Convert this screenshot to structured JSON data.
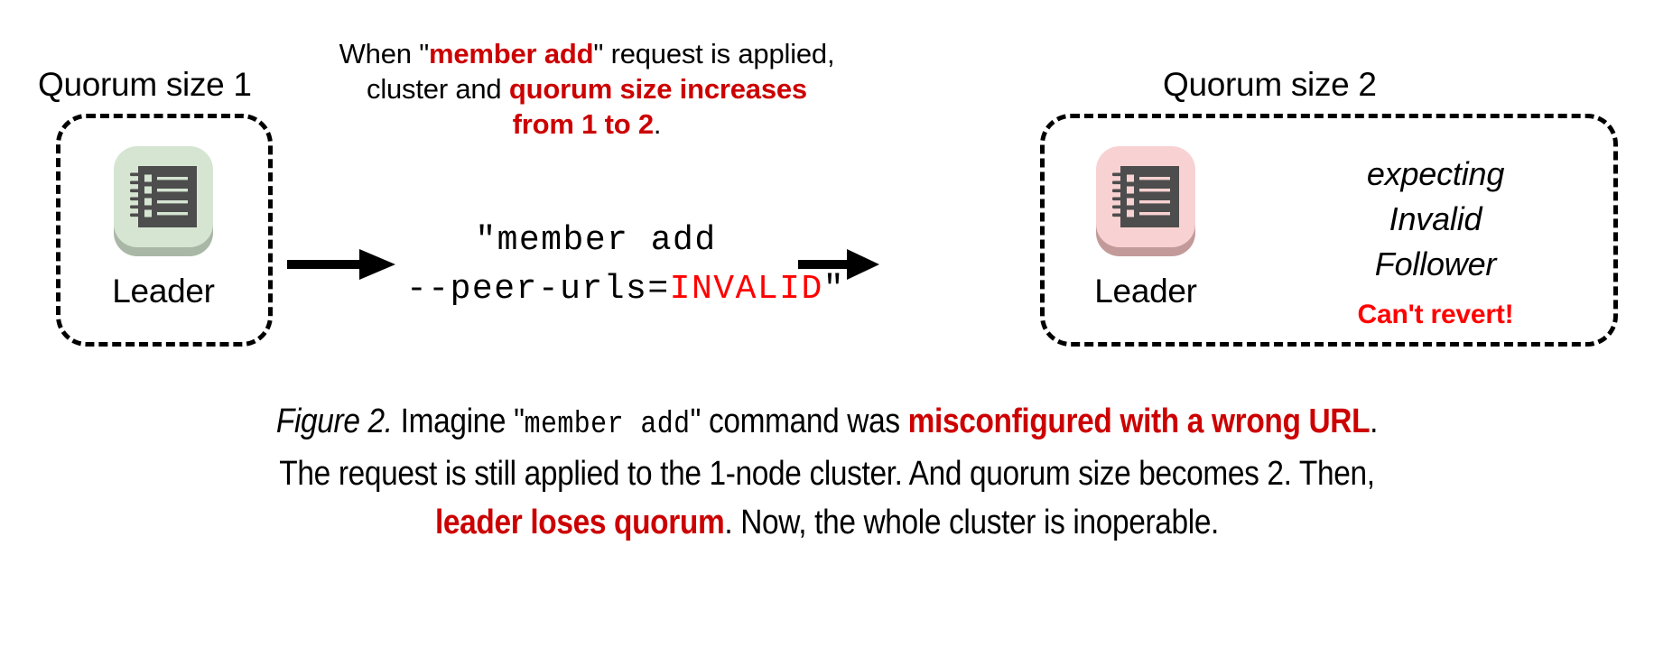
{
  "figure": {
    "label": "Figure 2.",
    "caption_lines": [
      {
        "segments": [
          {
            "text": "Figure 2.",
            "style": "italic"
          },
          {
            "text": " Imagine \"",
            "style": "normal"
          },
          {
            "text": "member add",
            "style": "mono"
          },
          {
            "text": "\" command was ",
            "style": "normal"
          },
          {
            "text": "misconfigured with a wrong URL",
            "style": "highlight"
          },
          {
            "text": ".",
            "style": "normal"
          }
        ]
      },
      {
        "segments": [
          {
            "text": "The request is still applied to the 1-node cluster. And quorum size becomes 2. Then,",
            "style": "normal"
          }
        ]
      },
      {
        "segments": [
          {
            "text": "leader loses quorum",
            "style": "highlight"
          },
          {
            "text": ". Now, the whole cluster is inoperable.",
            "style": "normal"
          }
        ]
      }
    ]
  },
  "top_note": {
    "lines": [
      {
        "segments": [
          {
            "text": "When \"",
            "style": "normal"
          },
          {
            "text": "member add",
            "style": "highlight"
          },
          {
            "text": "\" request is applied,",
            "style": "normal"
          }
        ]
      },
      {
        "segments": [
          {
            "text": "cluster and ",
            "style": "normal"
          },
          {
            "text": "quorum size increases",
            "style": "highlight"
          }
        ]
      },
      {
        "segments": [
          {
            "text": "from 1 to 2",
            "style": "highlight"
          },
          {
            "text": ".",
            "style": "normal"
          }
        ]
      }
    ]
  },
  "left_cluster": {
    "title": "Quorum size 1",
    "node": {
      "label": "Leader",
      "icon": "etcd-ledger-icon",
      "tile_color": "#d5e5d2",
      "tile_shadow_color": "#a9b8a6",
      "glyph_color": "#4d4d4d",
      "line_color": "#d5e5d2"
    }
  },
  "right_cluster": {
    "title": "Quorum size 2",
    "node": {
      "label": "Leader",
      "icon": "etcd-ledger-icon",
      "tile_color": "#f8d2d2",
      "tile_shadow_color": "#c39a9a",
      "glyph_color": "#4d4d4d",
      "line_color": "#f8d2d2"
    },
    "status": {
      "expecting_lines": [
        "expecting",
        "Invalid",
        "Follower"
      ],
      "warning": "Can't revert!"
    }
  },
  "command": {
    "line1_prefix": "\"member add",
    "line2_prefix": "--peer-urls=",
    "line2_invalid": "INVALID",
    "line2_suffix": "\""
  },
  "arrows": {
    "left_arrow": "arrow-right-icon",
    "right_arrow": "arrow-right-icon"
  },
  "colors": {
    "highlight_red": "#cc0000",
    "invalid_red": "#ff0000",
    "text_black": "#000000",
    "background": "#ffffff",
    "leader_ok_tile": "#d5e5d2",
    "leader_bad_tile": "#f8d2d2"
  }
}
